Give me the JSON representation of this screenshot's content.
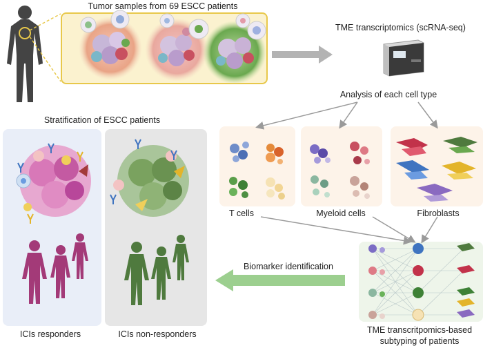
{
  "labels": {
    "tumor_samples": "Tumor samples from 69 ESCC patients",
    "tme_transcriptomics": "TME transcriptomics (scRNA-seq)",
    "analysis": "Analysis of each cell type",
    "t_cells": "T cells",
    "myeloid_cells": "Myeloid cells",
    "fibroblasts": "Fibroblasts",
    "stratification": "Stratification of ESCC patients",
    "biomarker": "Biomarker identification",
    "subtyping_line1": "TME transcritpomics-based",
    "subtyping_line2": "subtyping of patients",
    "responders": "ICIs responders",
    "non_responders": "ICIs non-responders"
  },
  "icons": [
    "human-body-icon",
    "sequencer-icon",
    "tumor-icon",
    "t-cell-icon",
    "myeloid-cell-icon",
    "fibroblast-icon",
    "people-icon",
    "antibody-icon",
    "network-icon"
  ],
  "colors": {
    "tumor_box_border": "#e8c84a",
    "tumor_box_fill": "#fbf2cf",
    "responder_panel": "#e9eef8",
    "nonresponder_panel": "#e6e6e6",
    "responder_people": "#a33a78",
    "nonresponder_people": "#4f7a3e",
    "arrow_gray": "#9a9a9a",
    "arrow_green": "#9ccf8f"
  }
}
